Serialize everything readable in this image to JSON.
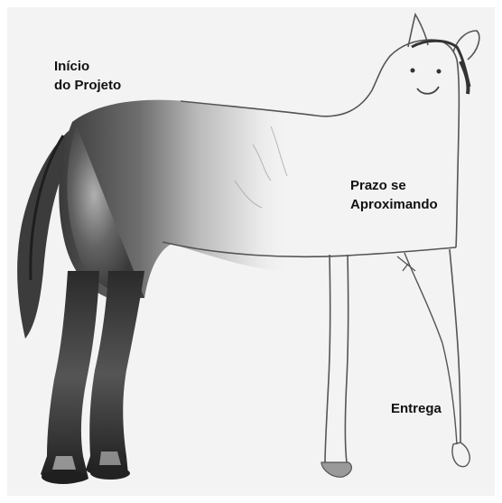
{
  "captions": {
    "start": "Início\ndo Projeto",
    "deadline": "Prazo se\nAproximando",
    "delivery": "Entrega"
  },
  "colors": {
    "paper": "#f3f3f3",
    "pencil": "#555555",
    "shading_dark": "#2a2a2a",
    "shading_mid": "#8a8a8a"
  }
}
